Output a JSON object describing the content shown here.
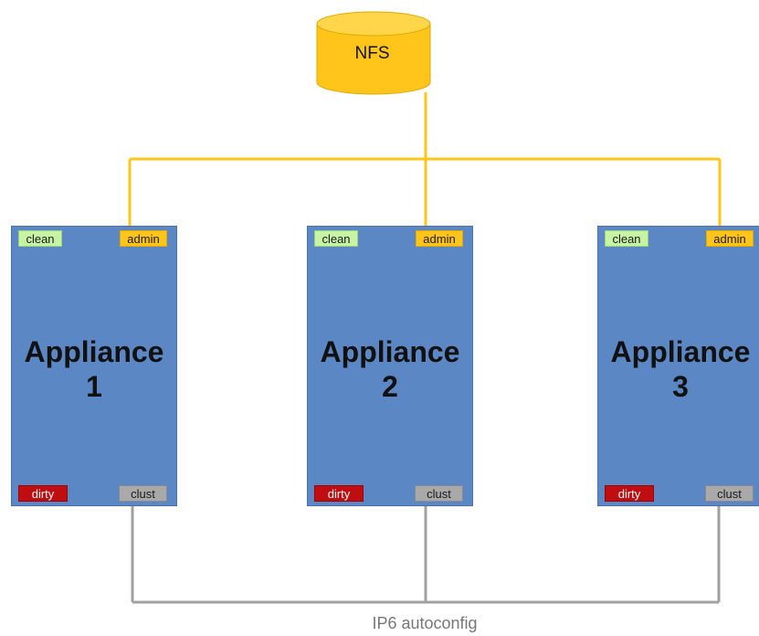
{
  "storage": {
    "label": "NFS",
    "color": "#ffc51a"
  },
  "appliances": [
    {
      "title_line1": "Appliance",
      "title_line2": "1",
      "ports": {
        "clean": "clean",
        "admin": "admin",
        "dirty": "dirty",
        "clust": "clust"
      }
    },
    {
      "title_line1": "Appliance",
      "title_line2": "2",
      "ports": {
        "clean": "clean",
        "admin": "admin",
        "dirty": "dirty",
        "clust": "clust"
      }
    },
    {
      "title_line1": "Appliance",
      "title_line2": "3",
      "ports": {
        "clean": "clean",
        "admin": "admin",
        "dirty": "dirty",
        "clust": "clust"
      }
    }
  ],
  "networks": {
    "admin_line_color": "#ffc51a",
    "cluster_line_color": "#a0a0a0",
    "cluster_label": "IP6 autoconfig"
  },
  "colors": {
    "appliance_fill": "#5b87c4",
    "clean_fill": "#c6f3a4",
    "admin_fill": "#ffc51a",
    "dirty_fill": "#c00d10",
    "clust_fill": "#a9a9a9"
  }
}
